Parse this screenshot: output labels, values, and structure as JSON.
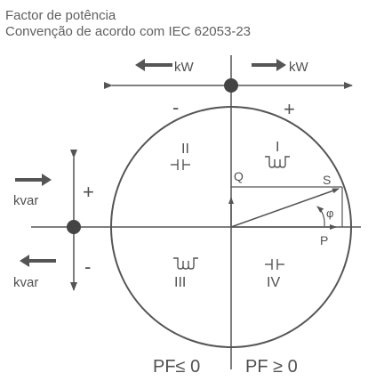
{
  "header": {
    "title_line1": "Factor de potência",
    "title_line2": "Convenção de acordo com IEC 62053-23"
  },
  "power_axis": {
    "left_arrow_label": "kW",
    "right_arrow_label": "kW",
    "minus_sign": "-",
    "plus_sign": "+"
  },
  "reactive_axis": {
    "top_label": "kvar",
    "bottom_label": "kvar",
    "plus_sign": "+",
    "minus_sign": "-"
  },
  "quadrants": {
    "q1": {
      "numeral": "I",
      "symbol": "ɯ"
    },
    "q2": {
      "numeral": "II",
      "symbol": "⊣⊢"
    },
    "q3": {
      "numeral": "III",
      "symbol": "ɯ"
    },
    "q4": {
      "numeral": "IV",
      "symbol": "⊣⊢"
    }
  },
  "vectors": {
    "q_label": "Q",
    "s_label": "S",
    "p_label": "P",
    "phi_label": "φ"
  },
  "footer": {
    "pf_left": "PF≤ 0",
    "pf_right": "PF ≥ 0"
  },
  "colors": {
    "line": "#555555",
    "dot": "#444444",
    "text": "#505050"
  }
}
